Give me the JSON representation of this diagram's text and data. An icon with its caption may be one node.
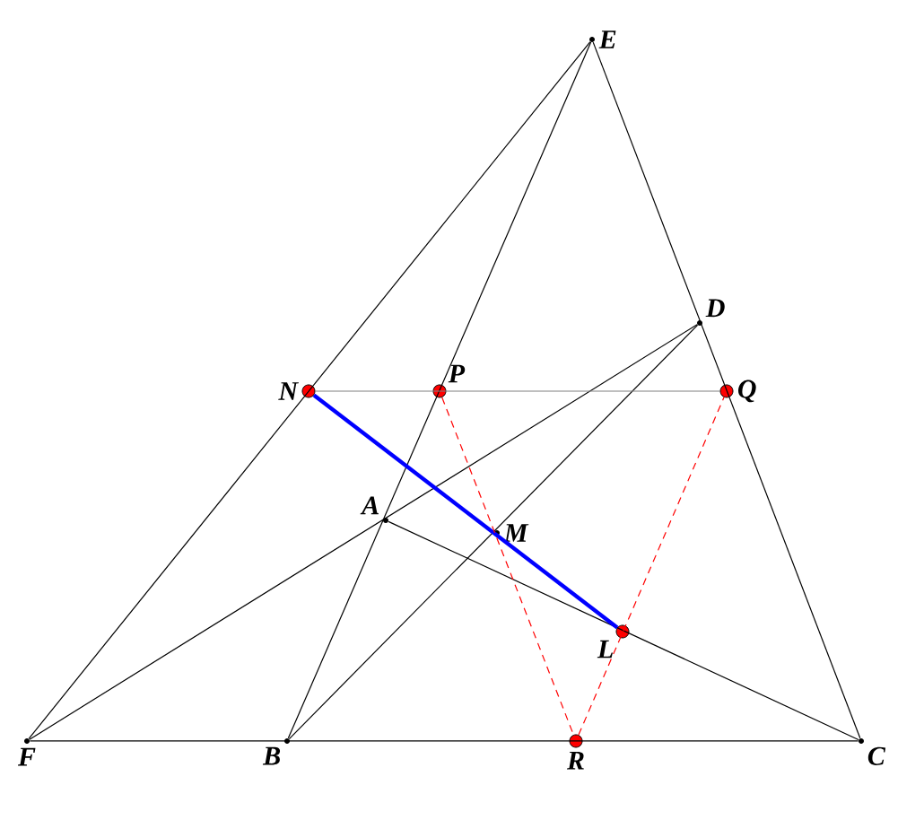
{
  "diagram": {
    "nodes": [
      {
        "text": [
          "E"
        ]
      },
      {
        "text": [
          "D"
        ]
      },
      {
        "text": [
          "N"
        ]
      },
      {
        "text": [
          "P"
        ]
      },
      {
        "text": [
          "Q"
        ]
      },
      {
        "text": [
          "A"
        ]
      },
      {
        "text": [
          "M"
        ]
      },
      {
        "text": [
          "L"
        ]
      },
      {
        "text": [
          "F"
        ]
      },
      {
        "text": [
          "B"
        ]
      },
      {
        "text": [
          "R"
        ]
      },
      {
        "text": [
          "C"
        ]
      }
    ],
    "edges": [
      {
        "from": 8,
        "to": 0,
        "arrow": "none"
      },
      {
        "from": 9,
        "to": 0,
        "arrow": "none"
      },
      {
        "from": 0,
        "to": 11,
        "arrow": "none"
      },
      {
        "from": 8,
        "to": 11,
        "arrow": "none"
      },
      {
        "from": 8,
        "to": 1,
        "arrow": "none"
      },
      {
        "from": 9,
        "to": 1,
        "arrow": "none"
      },
      {
        "from": 5,
        "to": 11,
        "arrow": "none"
      },
      {
        "from": 2,
        "to": 4,
        "arrow": "none",
        "color": "#808080"
      },
      {
        "from": 2,
        "to": 7,
        "arrow": "none",
        "style": "thick",
        "color": "#0000ff"
      },
      {
        "from": 3,
        "to": 10,
        "arrow": "none",
        "style": "dashed",
        "color": "#ff0000"
      },
      {
        "from": 10,
        "to": 4,
        "arrow": "none",
        "style": "dashed",
        "color": "#ff0000"
      }
    ]
  }
}
